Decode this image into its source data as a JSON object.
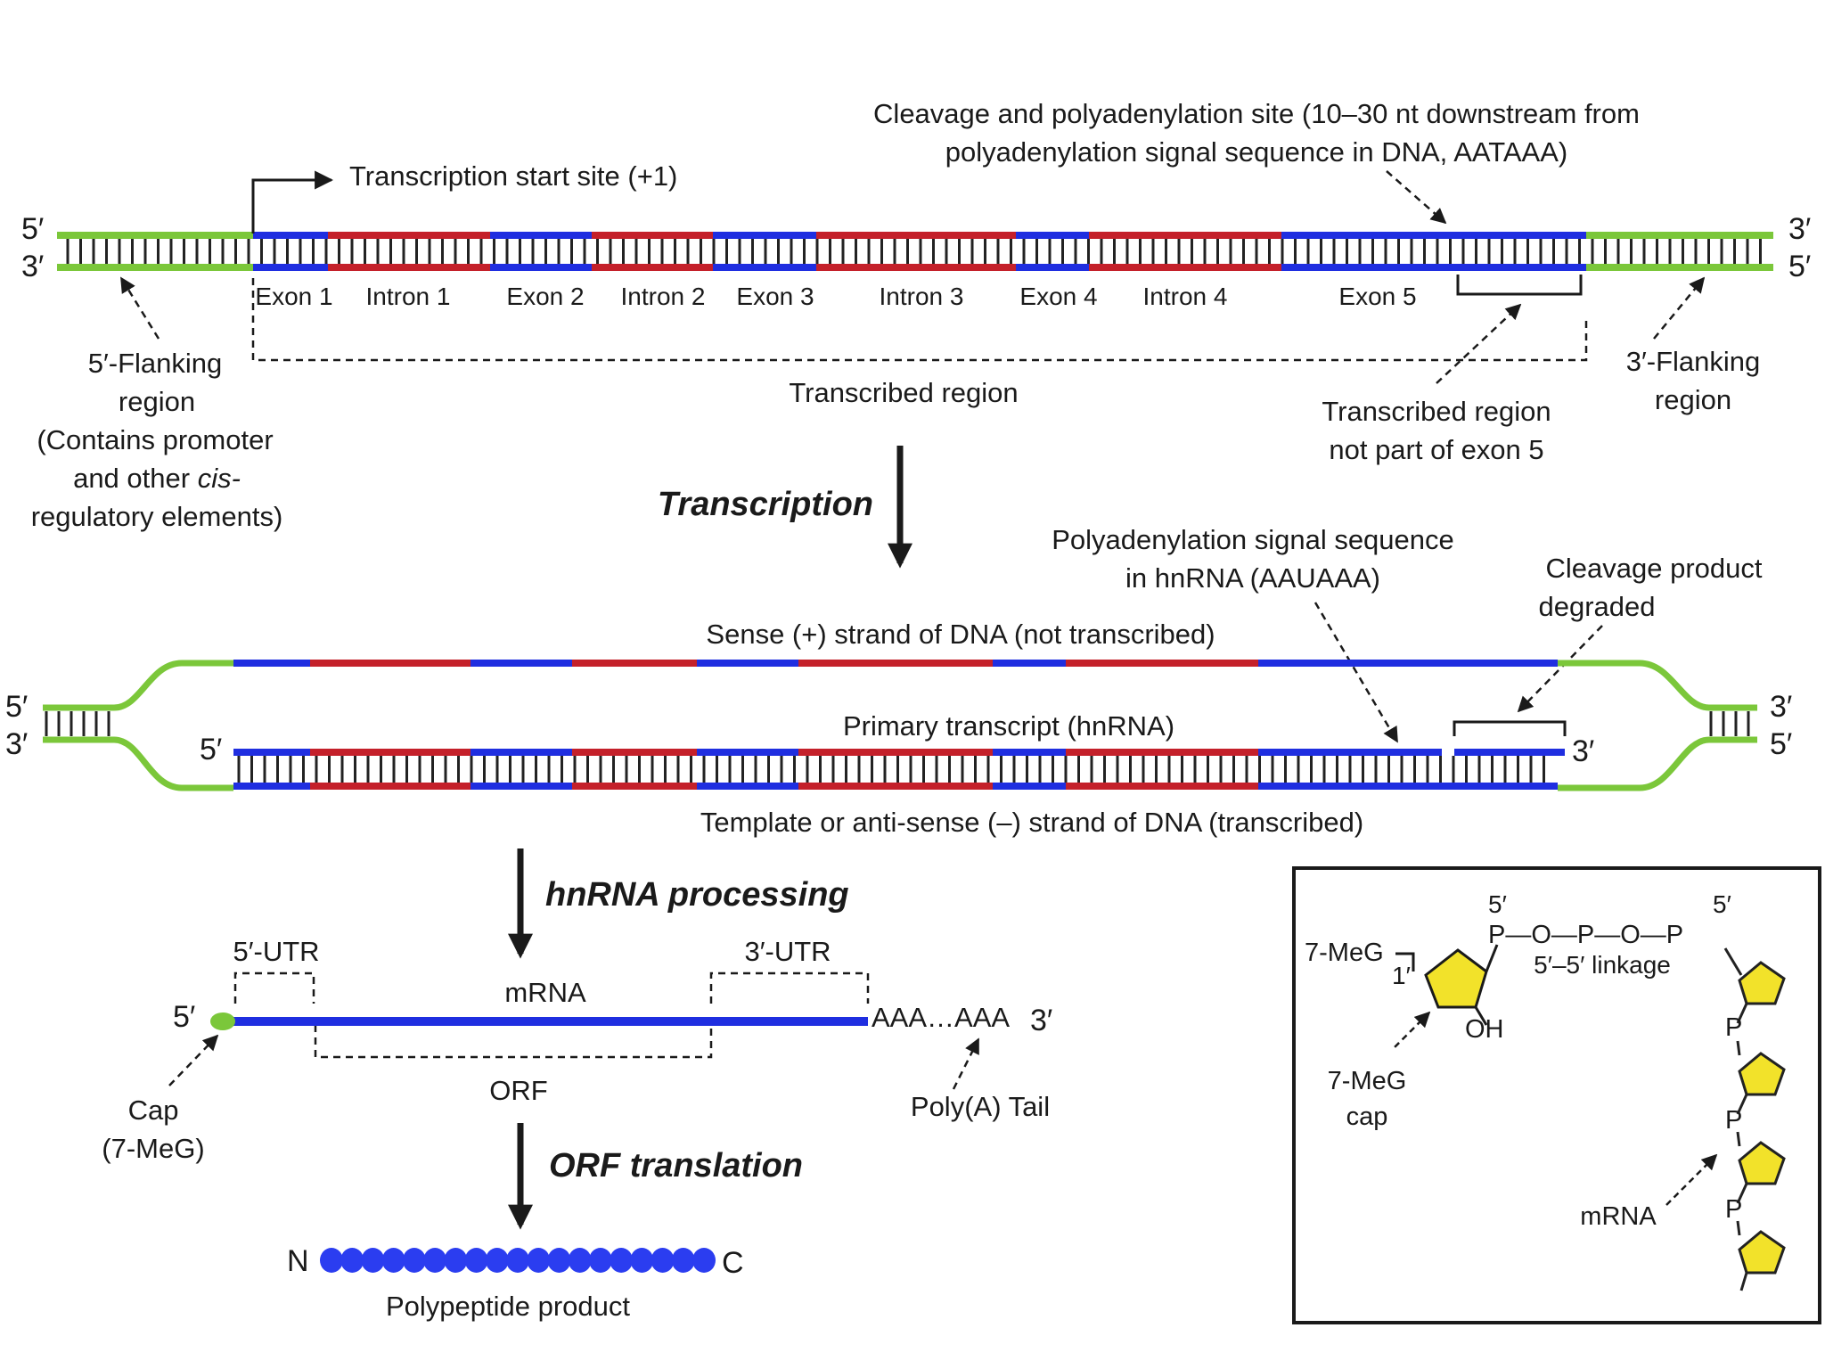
{
  "colors": {
    "exon": "#1f2ee0",
    "intron": "#c4202a",
    "flank": "#7bc73a",
    "rung": "#222222",
    "pentagon": "#f2e22a",
    "peptide": "#2b3df0"
  },
  "dna": {
    "strand_5_left": "5′",
    "strand_3_left": "3′",
    "strand_3_right": "3′",
    "strand_5_right": "5′",
    "exons": [
      "Exon 1",
      "Exon 2",
      "Exon 3",
      "Exon 4",
      "Exon 5"
    ],
    "introns": [
      "Intron 1",
      "Intron 2",
      "Intron 3",
      "Intron 4"
    ],
    "tss": "Transcription start site (+1)",
    "cleavage_site_line1": "Cleavage and polyadenylation site (10–30 nt downstream from",
    "cleavage_site_line2": "polyadenylation signal sequence in DNA, AATAAA)",
    "flank5_lines": [
      "5′-Flanking",
      "region",
      "(Contains promoter",
      "and other ",
      "regulatory elements)"
    ],
    "flank5_italic": "cis-",
    "transcribed_region": "Transcribed region",
    "not_exon5_lines": [
      "Transcribed region",
      "not part of exon 5"
    ],
    "flank3_lines": [
      "3′-Flanking",
      "region"
    ]
  },
  "transcription": {
    "step": "Transcription",
    "signal_lines": [
      "Polyadenylation signal sequence",
      "in hnRNA (AAUAAA)"
    ],
    "degraded_lines": [
      "Cleavage product",
      "degraded"
    ],
    "sense": "Sense (+) strand of DNA (not transcribed)",
    "primary": "Primary transcript (hnRNA)",
    "template": "Template or anti-sense (–) strand of DNA (transcribed)",
    "left_5": "5′",
    "left_3": "3′",
    "rna_5": "5′",
    "rna_3": "3′",
    "right_3": "3′",
    "right_5": "5′"
  },
  "processing": {
    "step": "hnRNA processing",
    "utr5": "5′-UTR",
    "utr3": "3′-UTR",
    "mrna": "mRNA",
    "end5": "5′",
    "polya": "AAA…AAA",
    "end3": "3′",
    "orf": "ORF",
    "cap_lines": [
      "Cap",
      "(7-MeG)"
    ],
    "tail": "Poly(A) Tail"
  },
  "translation": {
    "step": "ORF translation",
    "n": "N",
    "c": "C",
    "product": "Polypeptide product",
    "residue_count": 19
  },
  "cap_box": {
    "meg": "7-MeG",
    "one_prime": "1′",
    "five_a": "5′",
    "five_b": "5′",
    "chain": "P—O—P—O—P",
    "linkage": "5′–5′ linkage",
    "oh": "OH",
    "cap_lines": [
      "7-MeG",
      "cap"
    ],
    "p_labels": [
      "P",
      "P",
      "P"
    ],
    "mrna": "mRNA"
  }
}
